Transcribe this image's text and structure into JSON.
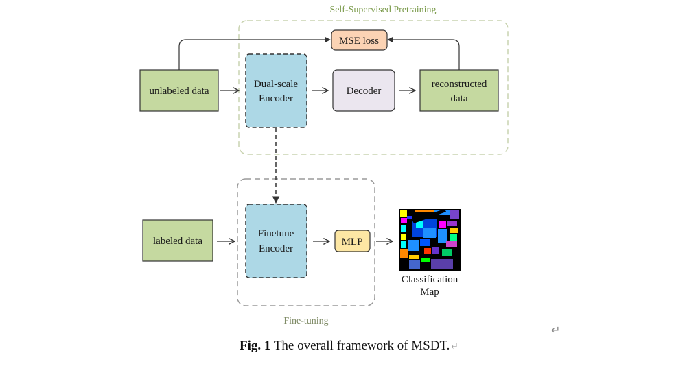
{
  "groups": {
    "pretraining": "Self-Supervised Pretraining",
    "finetuning": "Fine-tuning"
  },
  "nodes": {
    "unlabeled_data": "unlabeled data",
    "dual_scale_encoder": [
      "Dual-scale",
      "Encoder"
    ],
    "decoder": "Decoder",
    "reconstructed_data": [
      "reconstructed",
      "data"
    ],
    "mse_loss": "MSE loss",
    "labeled_data": "labeled data",
    "finetune_encoder": [
      "Finetune",
      "Encoder"
    ],
    "mlp": "MLP",
    "classification_map": [
      "Classification",
      "Map"
    ]
  },
  "caption": {
    "label": "Fig. 1",
    "text": " The overall framework of MSDT.",
    "para_mark": "↵"
  },
  "return_mark": "↵",
  "colors": {
    "green_fill": "#c5d9a0",
    "blue_fill": "#add8e6",
    "decoder_fill": "#ebe6ef",
    "mse_fill": "#fbd3b4",
    "mlp_fill": "#fde7a4",
    "pretrain_border": "#c9d3b0",
    "pretrain_label": "#7a9a4a",
    "finetune_border": "#9a9a9a",
    "finetune_label": "#7f8b66"
  }
}
